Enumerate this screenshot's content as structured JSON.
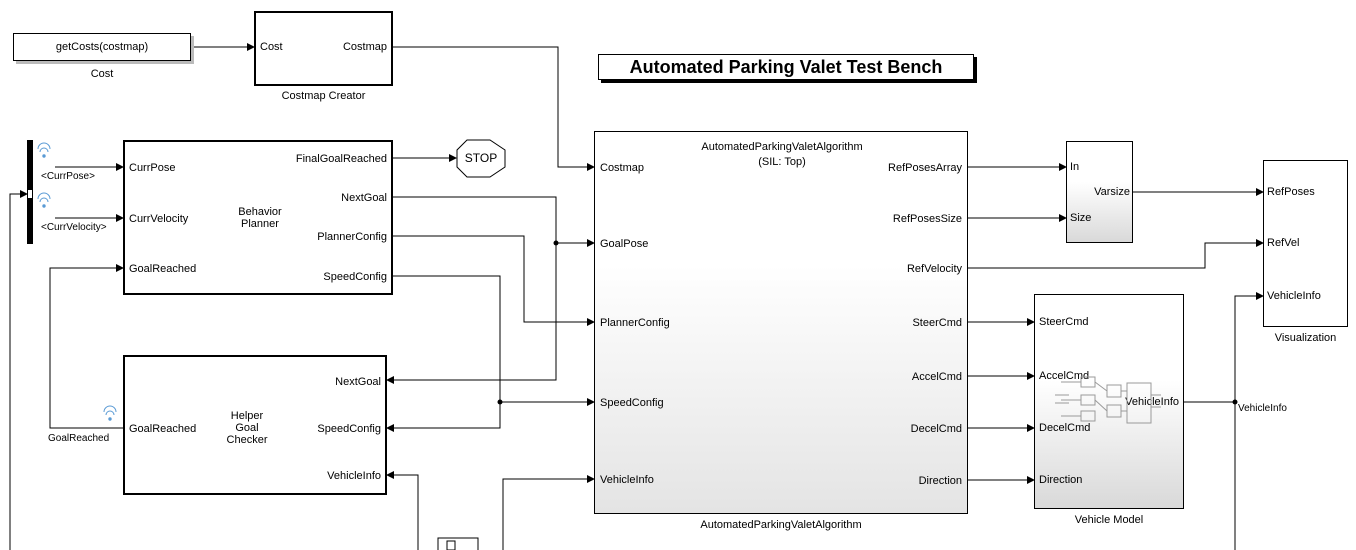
{
  "title": "Automated Parking Valet Test Bench",
  "cost_block": {
    "expr": "getCosts(costmap)",
    "name": "Cost"
  },
  "costmap_creator": {
    "name": "Costmap Creator",
    "in_port": "Cost",
    "out_port": "Costmap"
  },
  "bus_signals": [
    "<CurrPose>",
    "<CurrVelocity>"
  ],
  "behavior_planner": {
    "name_lines": [
      "Behavior",
      "Planner"
    ],
    "inputs": [
      "CurrPose",
      "CurrVelocity",
      "GoalReached"
    ],
    "outputs": [
      "FinalGoalReached",
      "NextGoal",
      "PlannerConfig",
      "SpeedConfig"
    ]
  },
  "stop_block": "STOP",
  "goal_checker": {
    "name_lines": [
      "Helper",
      "Goal",
      "Checker"
    ],
    "inputs": [
      "NextGoal",
      "SpeedConfig",
      "VehicleInfo"
    ],
    "output": "GoalReached",
    "signal_label": "GoalReached"
  },
  "algorithm": {
    "header_lines": [
      "AutomatedParkingValetAlgorithm",
      "(SIL: Top)"
    ],
    "caption": "AutomatedParkingValetAlgorithm",
    "inputs": [
      "Costmap",
      "GoalPose",
      "PlannerConfig",
      "SpeedConfig",
      "VehicleInfo"
    ],
    "outputs": [
      "RefPosesArray",
      "RefPosesSize",
      "RefVelocity",
      "SteerCmd",
      "AccelCmd",
      "DecelCmd",
      "Direction"
    ]
  },
  "varsize_block": {
    "inputs": [
      "In",
      "Size"
    ],
    "output": "Varsize"
  },
  "vehicle_model": {
    "name": "Vehicle Model",
    "inputs": [
      "SteerCmd",
      "AccelCmd",
      "DecelCmd",
      "Direction"
    ],
    "output": "VehicleInfo",
    "signal_label": "VehicleInfo"
  },
  "visualization": {
    "name": "Visualization",
    "inputs": [
      "RefPoses",
      "RefVel",
      "VehicleInfo"
    ]
  },
  "colors": {
    "line": "#000000",
    "wifi": "#5b9bd5",
    "shadow": "#bbbbbb"
  }
}
